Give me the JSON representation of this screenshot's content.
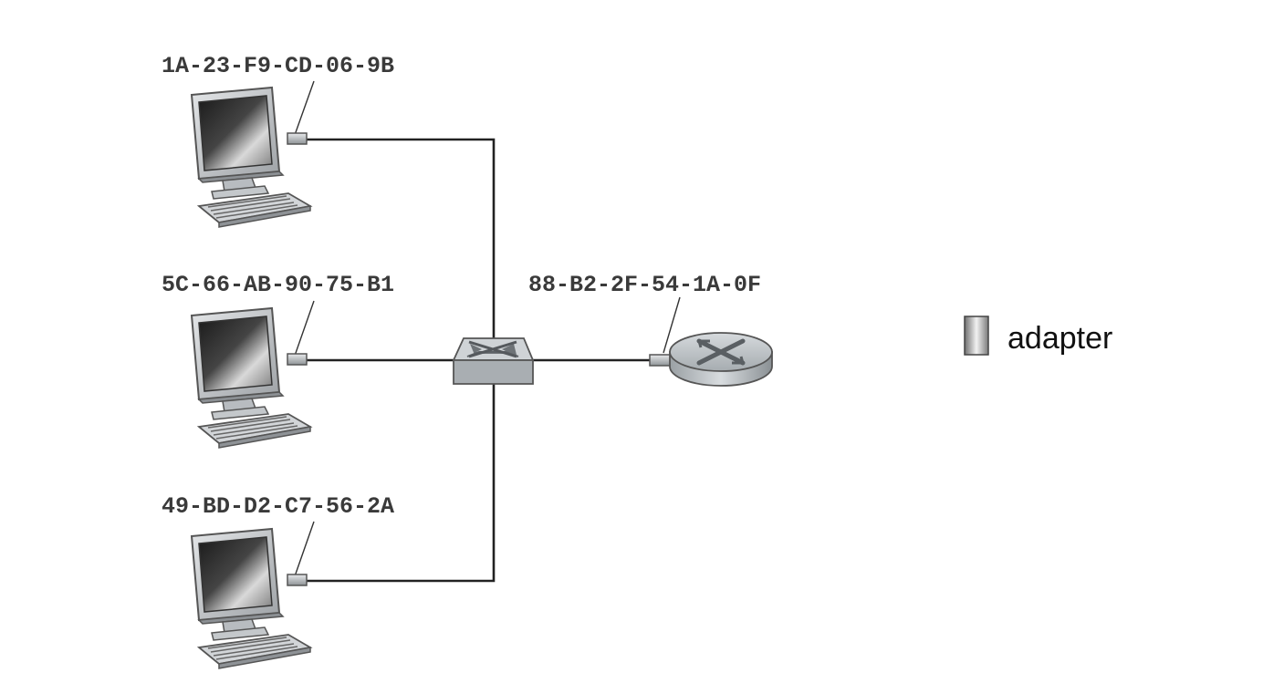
{
  "hosts": [
    {
      "mac": "1A-23-F9-CD-06-9B",
      "icon": "computer-icon"
    },
    {
      "mac": "5C-66-AB-90-75-B1",
      "icon": "computer-icon"
    },
    {
      "mac": "49-BD-D2-C7-56-2A",
      "icon": "computer-icon"
    }
  ],
  "router": {
    "mac": "88-B2-2F-54-1A-0F",
    "icon": "router-icon"
  },
  "switch": {
    "icon": "switch-icon"
  },
  "legend": {
    "label": "adapter",
    "icon": "adapter-icon"
  }
}
